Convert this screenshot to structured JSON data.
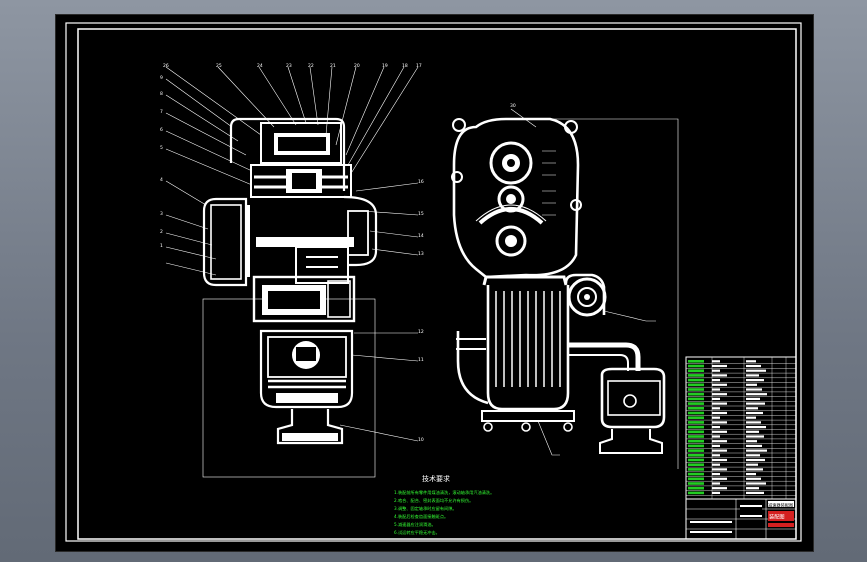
{
  "drawing": {
    "colors": {
      "paper": "#000000",
      "line": "#ffffff",
      "note_text": "#33ff33",
      "title_red": "#d42020",
      "table_green": "#22cc22"
    },
    "callouts_left_view": [
      "26",
      "25",
      "24",
      "23",
      "22",
      "21",
      "20",
      "19",
      "18",
      "17",
      "16",
      "15",
      "14",
      "13",
      "12",
      "11",
      "10",
      "9",
      "8",
      "7",
      "6",
      "5",
      "4",
      "3",
      "2",
      "1"
    ],
    "callout_right_view": "30",
    "tech_requirements": {
      "heading": "技术要求",
      "lines": [
        "1.装配前所有零件用煤油清洗，滚动轴承用汽油清洗。",
        "2.啮合、配合、密封表面均不允许有损伤。",
        "3.调整、固定轴承时应留有间隙。",
        "4.装配后检查齿面接触斑点。",
        "5.减速器应注润滑油。",
        "6.试运转应平稳无冲击。"
      ]
    },
    "title_block": {
      "drawing_name": "减速器装配图",
      "stamp": "装配图"
    }
  }
}
